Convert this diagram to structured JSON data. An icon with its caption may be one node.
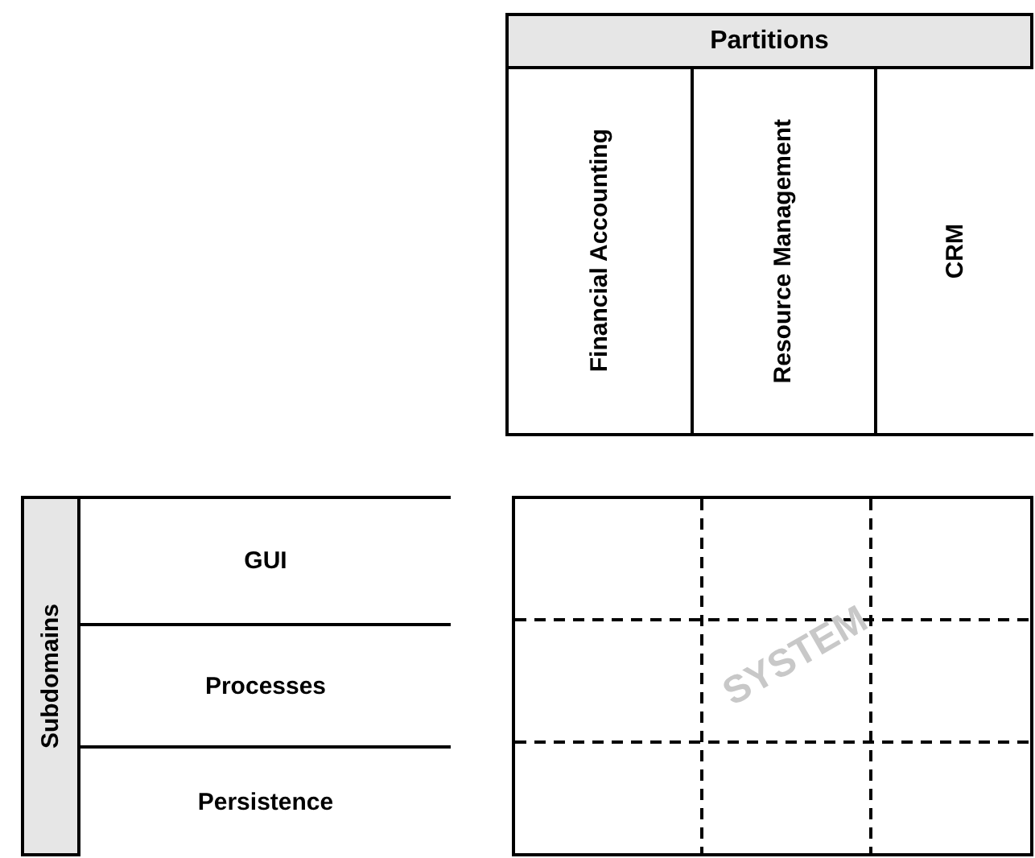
{
  "diagram": {
    "nodes": [
      {
        "text": [
          "Partitions"
        ]
      },
      {
        "text": [
          "Financial Accounting"
        ],
        "in": 0
      },
      {
        "text": [
          "Resource Management"
        ],
        "in": 0
      },
      {
        "text": [
          "CRM"
        ],
        "in": 0
      },
      {
        "text": [
          "Subdomains"
        ]
      },
      {
        "text": [
          "GUI"
        ],
        "in": 4
      },
      {
        "text": [
          "Processes"
        ],
        "in": 4
      },
      {
        "text": [
          "Persistence"
        ],
        "in": 4
      },
      {
        "text": [
          "SYSTEM"
        ]
      }
    ],
    "edges": []
  }
}
